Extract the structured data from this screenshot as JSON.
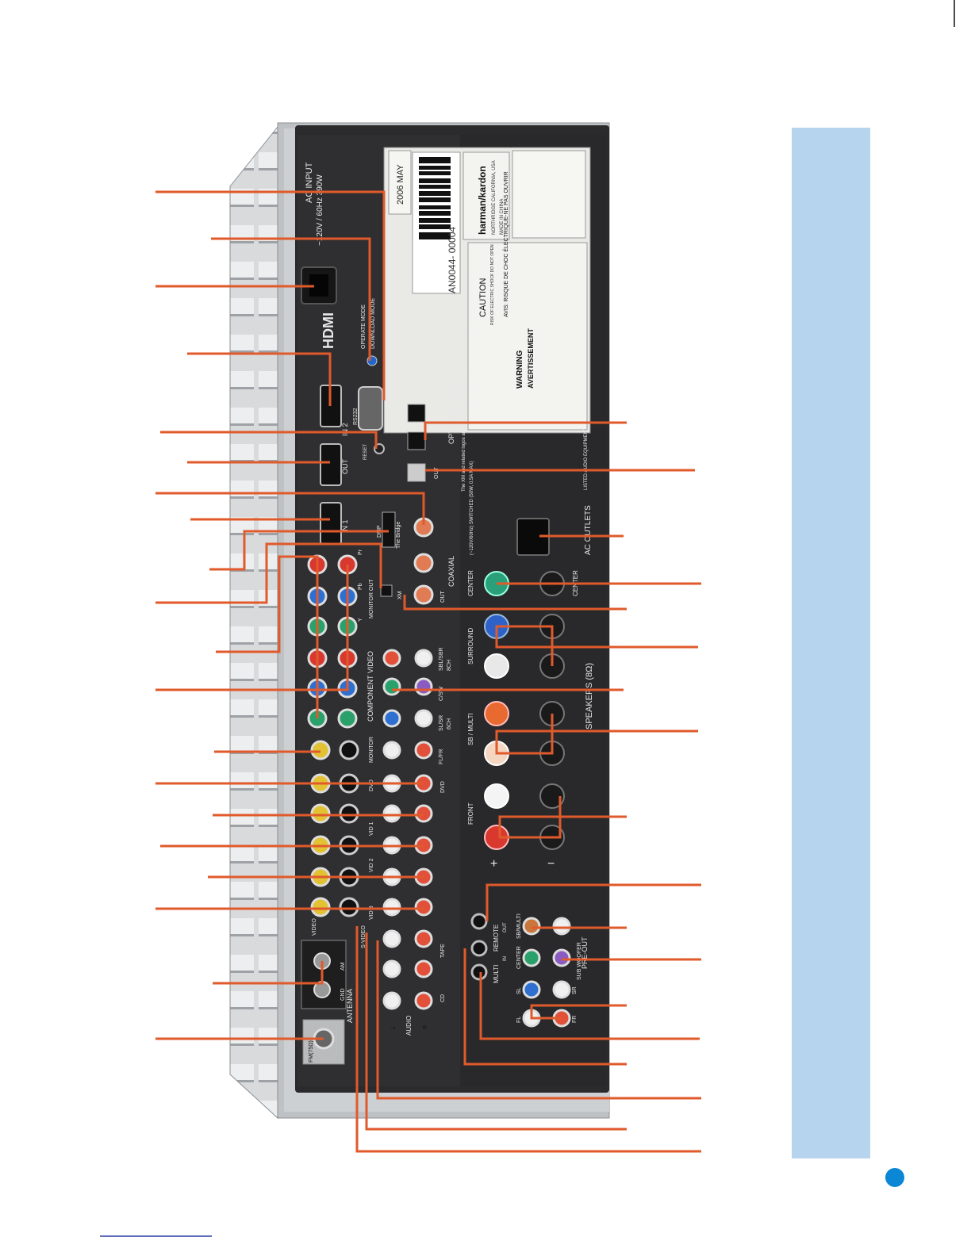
{
  "document": {
    "colors": {
      "callout_line": "#e05a2b",
      "sidebar": "#b7d4ef",
      "page_dot": "#0b87d6",
      "panel": "#2b2b2d",
      "chassis": "#c9cbce"
    },
    "power": {
      "ac_input_title": "AC INPUT",
      "ac_input_rating": "~120V / 60Hz 390W",
      "ac_outlets": "AC OUTLETS",
      "switched_rating": "(~120V/60Hz) SWITCHED (50W, 0.5A MAX)"
    },
    "label_block": {
      "date_code": "2006 MAY",
      "serial": "AN0044- 00004",
      "brand": "harman/kardon",
      "origin": "NORTHRIDGE CALIFORNIA, USA",
      "made_in": "MADE IN CHINA",
      "caution": "CAUTION",
      "caution_sub": "RISK OF ELECTRIC SHOCK DO NOT OPEN",
      "avis": "AVIS: RISQUE DE CHOC ÉLECTRIQUE-NE PAS OUVRIR",
      "warning": "WARNING",
      "avertissement": "AVERTISSEMENT"
    },
    "hdmi": {
      "logo": "HDMI",
      "in2": "IN 2",
      "out": "OUT",
      "in1": "IN 1"
    },
    "service": {
      "operate_mode": "OPERATE MODE",
      "download_mode": "DOWNLOAD MODE",
      "rs232": "RS232",
      "reset": "RESET"
    },
    "digital": {
      "optical": "OPTICAL",
      "coaxial": "COAXIAL",
      "out": "OUT",
      "xm_notice": "The XM and related logos are registered trademarks of XM Satellite Radio Inc.",
      "dmp": "DMP",
      "the_bridge": "The Bridge",
      "xm": "XM"
    },
    "video": {
      "component_video": "COMPONENT VIDEO",
      "monitor_out": "MONITOR OUT",
      "video": "VIDEO",
      "s_video": "S-VIDEO",
      "monitor": "MONITOR",
      "dvd": "DVD",
      "vid1": "VID 1",
      "vid2": "VID 2",
      "vid3": "VID 3",
      "in": "IN",
      "out": "OUT",
      "pr": "Pr",
      "pb": "Pb",
      "y": "Y"
    },
    "audio_inputs": {
      "ch8": "8CH",
      "ch6": "6CH",
      "sbl_sbr": "SBL/SBR",
      "c_sw": "C/SW",
      "sl_sr": "SL/SR",
      "fl_fr": "FL/FR",
      "tape": "TAPE",
      "cd": "CD",
      "audio": "AUDIO",
      "left": "L",
      "right": "R"
    },
    "antenna": {
      "antenna": "ANTENNA",
      "am": "AM",
      "gnd": "GND",
      "fm": "FM(75Ω)"
    },
    "speakers": {
      "title": "SPEAKERS (8Ω)",
      "center": "CENTER",
      "surround": "SURROUND",
      "sb_multi": "SB / MULTI",
      "front": "FRONT",
      "plus": "+",
      "minus": "−"
    },
    "preout": {
      "title": "PRE-OUT",
      "remote": "REMOTE",
      "multi": "MULTI",
      "in": "IN",
      "out": "OUT",
      "sb_multi": "SB/MULTI",
      "center": "CENTER",
      "sub_woofer": "SUB WOOFER",
      "sl": "SL",
      "sr": "SR",
      "fl": "FL",
      "fr": "FR"
    },
    "ul": "LISTED AUDIO EQUIPMENT"
  }
}
